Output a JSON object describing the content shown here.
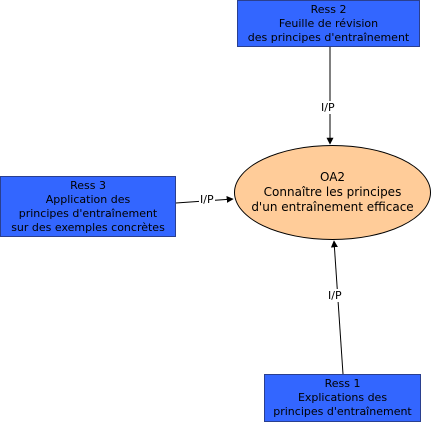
{
  "colors": {
    "resource_fill": "#3366ff",
    "objective_fill": "#ffcc99",
    "line": "#000000"
  },
  "resources": {
    "ress2": {
      "title": "Ress 2",
      "lines": [
        "Feuille de révision",
        "des principes d'entraînement"
      ]
    },
    "ress3": {
      "title": "Ress 3",
      "lines": [
        "Application des",
        "principes d'entraînement",
        "sur des exemples concrètes"
      ]
    },
    "ress1": {
      "title": "Ress 1",
      "lines": [
        "Explications des",
        "principes d'entraînement"
      ]
    }
  },
  "objective": {
    "title": "OA2",
    "lines": [
      "Connaître les principes",
      "d'un entraînement efficace"
    ]
  },
  "edges": {
    "top": "I/P",
    "left": "I/P",
    "bottom": "I/P"
  }
}
